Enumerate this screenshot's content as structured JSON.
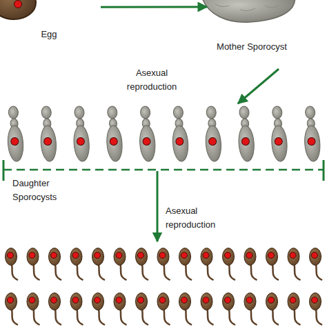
{
  "diagram": {
    "nodes": [
      {
        "text": [
          "Egg"
        ]
      },
      {
        "text": [
          "Mother Sporocyst"
        ]
      },
      {
        "text": [
          "Daughter Sporocysts"
        ]
      }
    ],
    "edges": [
      {
        "from": 0,
        "to": 1,
        "arrow": "to"
      },
      {
        "from": 1,
        "to": 2,
        "label": "Asexual reproduction",
        "arrow": "to"
      }
    ],
    "labels": [
      "Asexual reproduction"
    ]
  }
}
